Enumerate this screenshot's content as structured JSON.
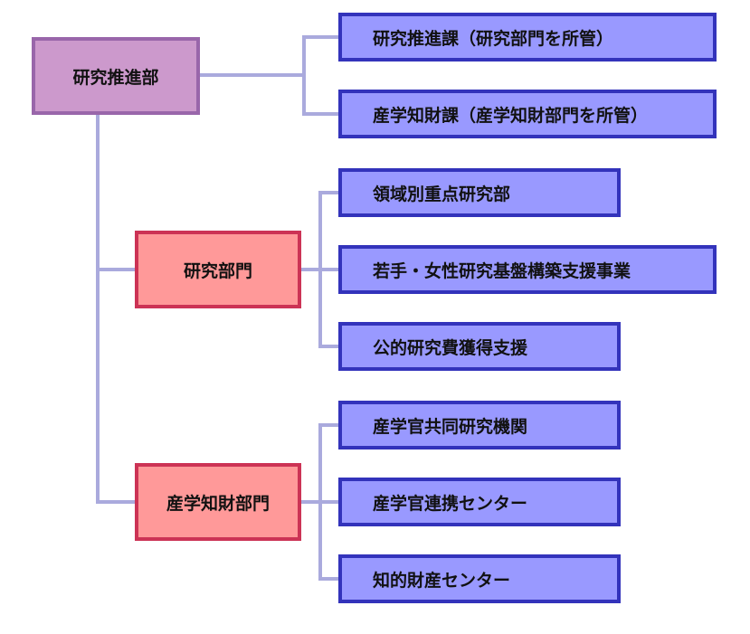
{
  "colors": {
    "connector": "#aaaadd",
    "root_fill": "#cc99cc",
    "root_border": "#9966aa",
    "dept_fill": "#ff9999",
    "dept_border": "#cc3355",
    "unit_fill": "#9999ff",
    "unit_border": "#3333bb"
  },
  "root": {
    "label": "研究推進部",
    "sections": [
      "研究推進課（研究部門を所管）",
      "産学知財課（産学知財部門を所管）"
    ]
  },
  "departments": [
    {
      "label": "研究部門",
      "units": [
        "領域別重点研究部",
        "若手・女性研究基盤構築支援事業",
        "公的研究費獲得支援"
      ]
    },
    {
      "label": "産学知財部門",
      "units": [
        "産学官共同研究機関",
        "産学官連携センター",
        "知的財産センター"
      ]
    }
  ]
}
